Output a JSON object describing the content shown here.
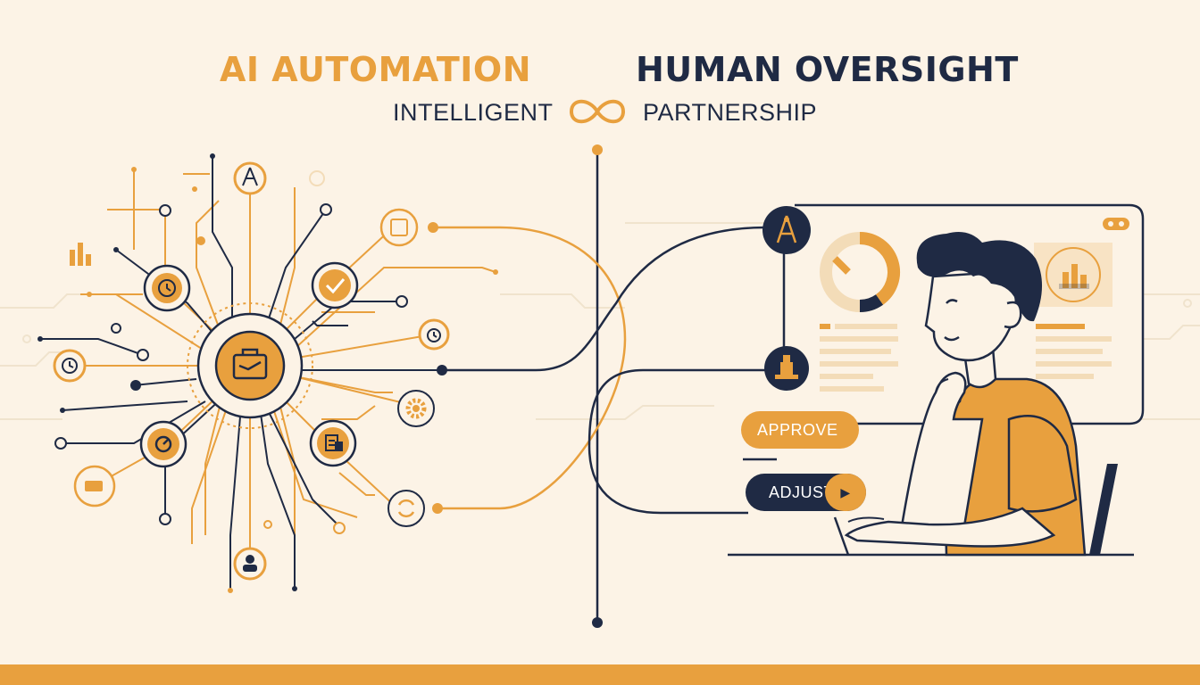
{
  "header": {
    "left_title": "AI AUTOMATION",
    "right_title": "HUMAN OVERSIGHT",
    "subtitle_left": "INTELLIGENT",
    "subtitle_right": "PARTNERSHIP",
    "link_icon": "infinity-icon"
  },
  "colors": {
    "background": "#fcf3e6",
    "accent": "#e8a03e",
    "navy": "#1f2a44",
    "light_accent": "#f3dcb8"
  },
  "ai_hub": {
    "center_icon": "briefcase-icon",
    "nodes": [
      {
        "name": "compass-node",
        "icon": "compass-icon"
      },
      {
        "name": "clock-node",
        "icon": "clock-icon"
      },
      {
        "name": "check-node",
        "icon": "check-icon"
      },
      {
        "name": "gauge-node",
        "icon": "gauge-icon"
      },
      {
        "name": "document-node",
        "icon": "document-icon"
      },
      {
        "name": "person-node",
        "icon": "person-icon"
      },
      {
        "name": "gear-node",
        "icon": "gear-icon"
      },
      {
        "name": "refresh-node",
        "icon": "refresh-icon"
      },
      {
        "name": "puzzle-node",
        "icon": "puzzle-icon"
      }
    ]
  },
  "oversight": {
    "approve_label": "APPROVE",
    "adjust_label": "ADJUST",
    "adjust_icon": "play-icon",
    "node_icons": [
      "compass-icon",
      "chess-piece-icon"
    ],
    "monitor_widgets": [
      "donut-chart",
      "bar-chart-card"
    ]
  }
}
